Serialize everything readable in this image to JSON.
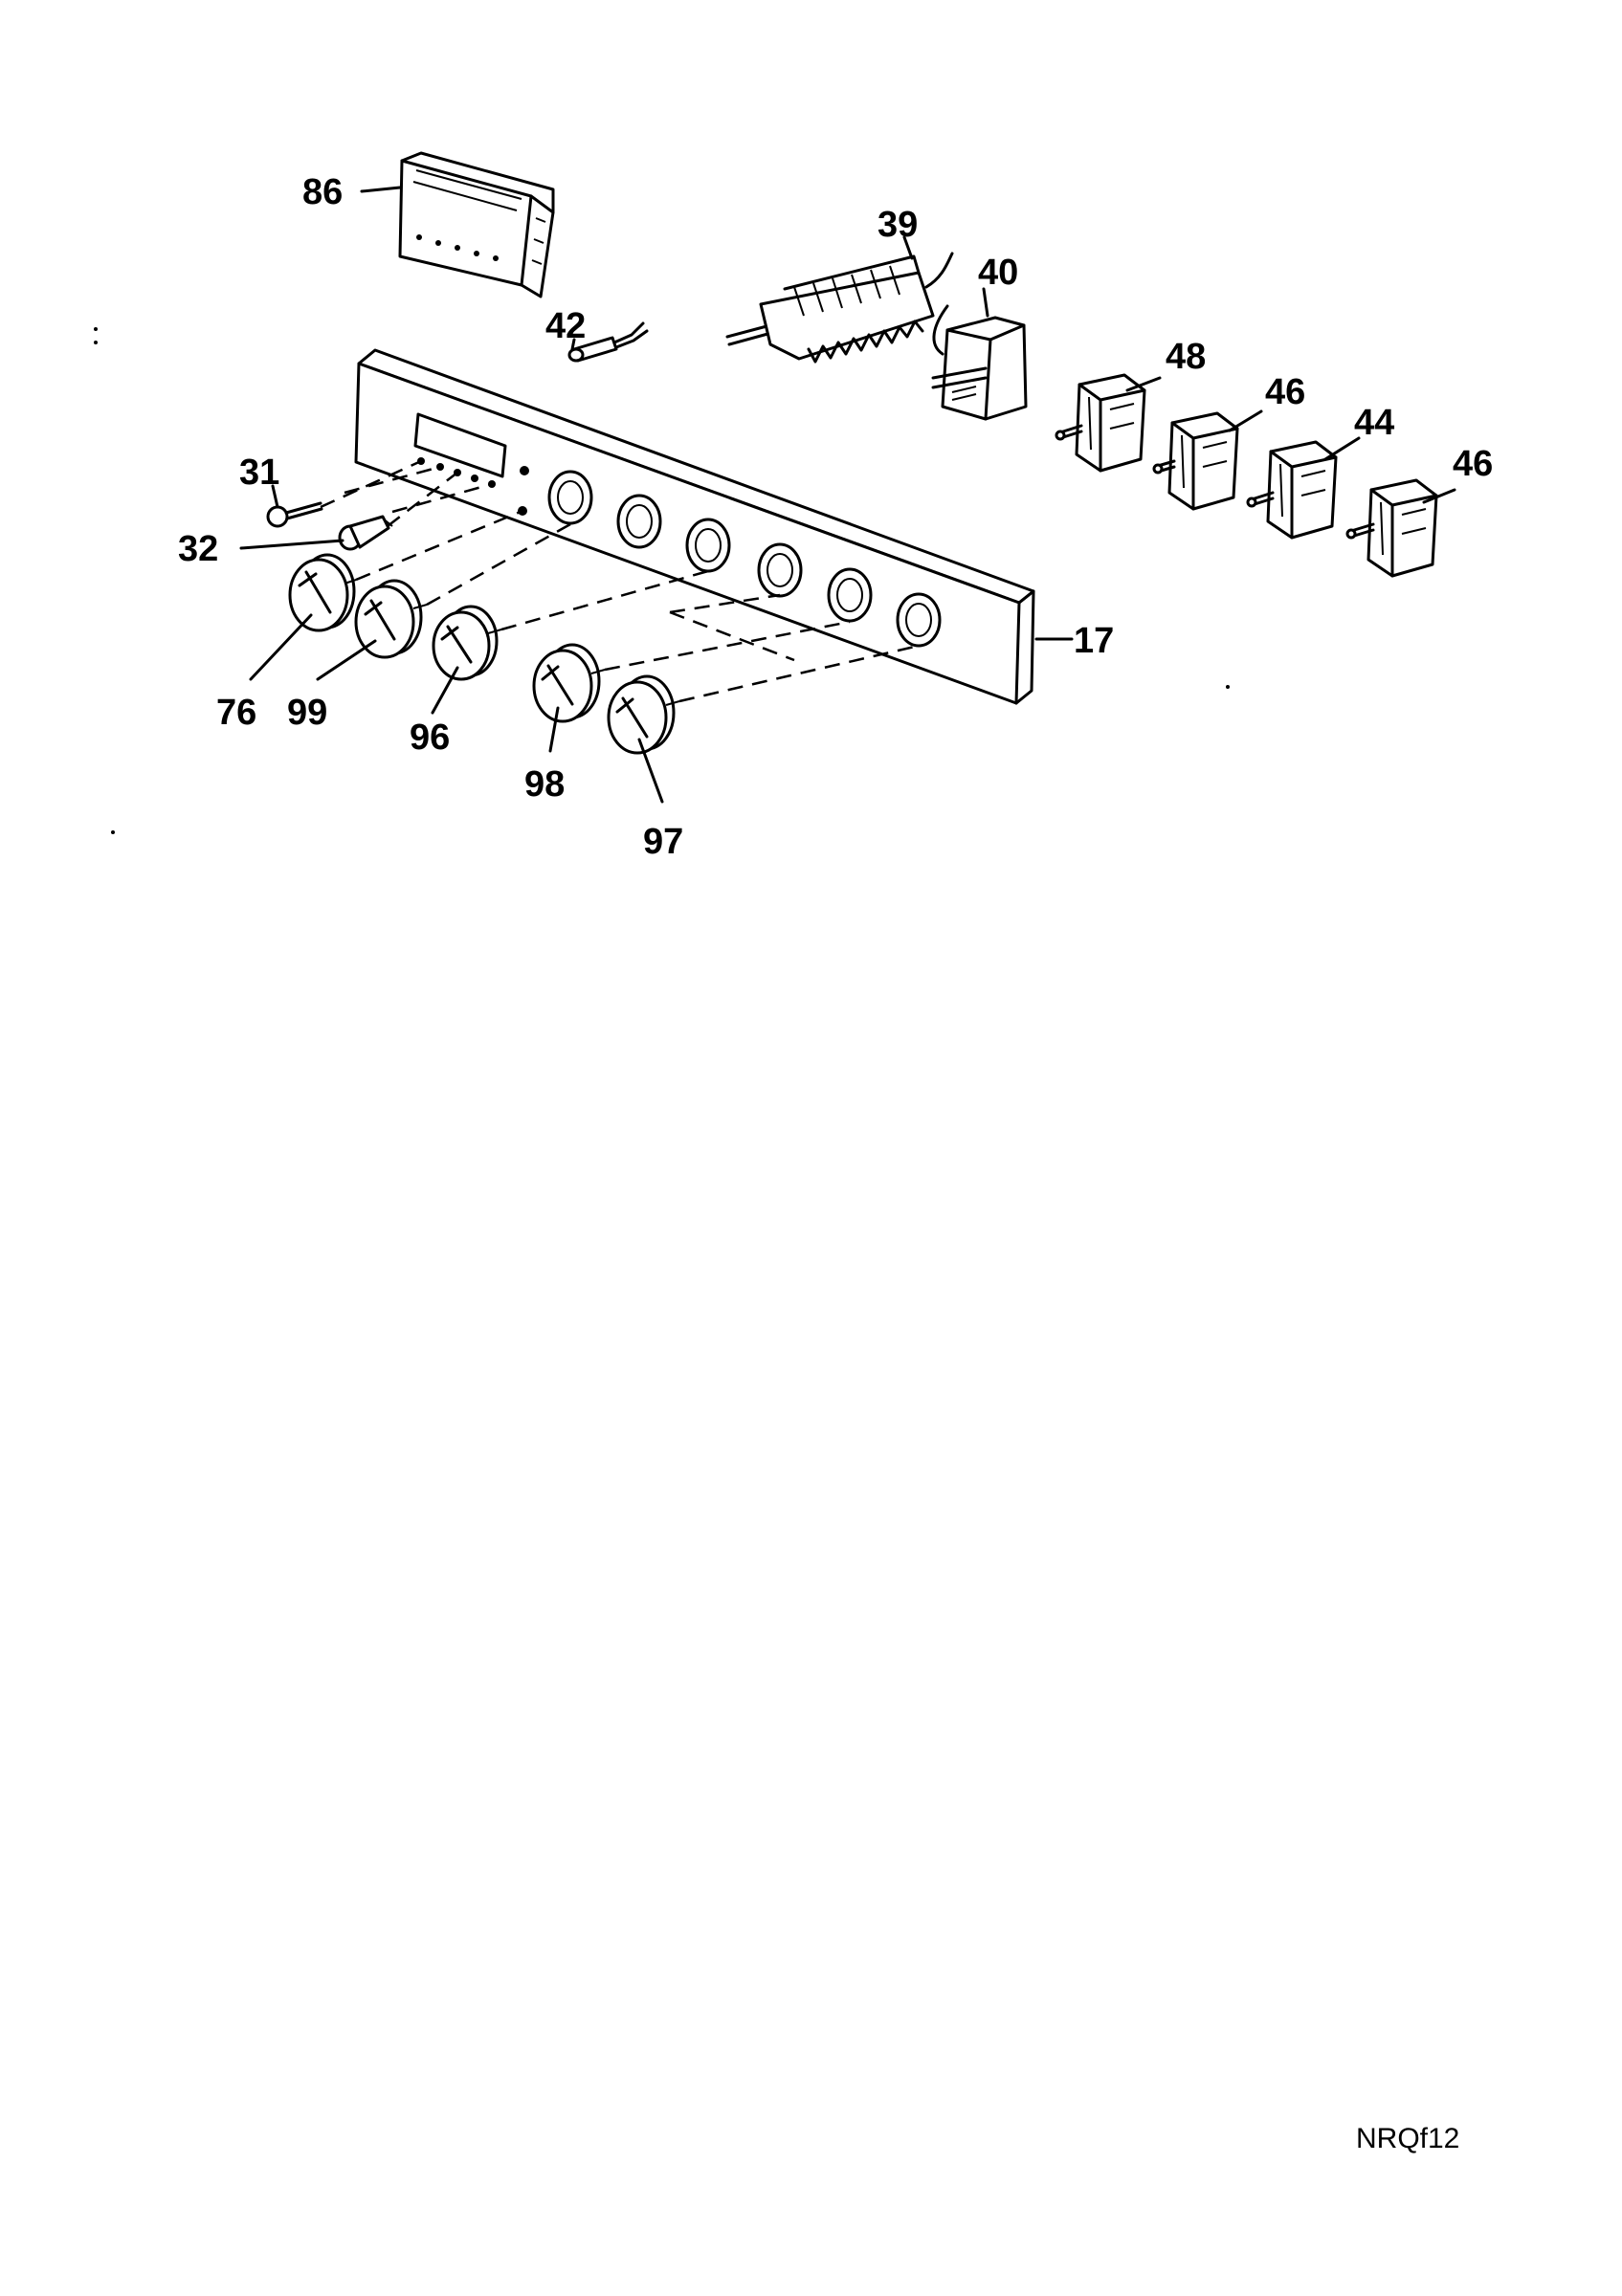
{
  "title": "",
  "diagram_code": "NRQf12",
  "part_labels": {
    "p86": "86",
    "p39": "39",
    "p40": "40",
    "p42": "42",
    "p48": "48",
    "p46a": "46",
    "p44": "44",
    "p46b": "46",
    "p31": "31",
    "p32": "32",
    "p17": "17",
    "p76": "76",
    "p99": "99",
    "p96": "96",
    "p98": "98",
    "p97": "97"
  }
}
